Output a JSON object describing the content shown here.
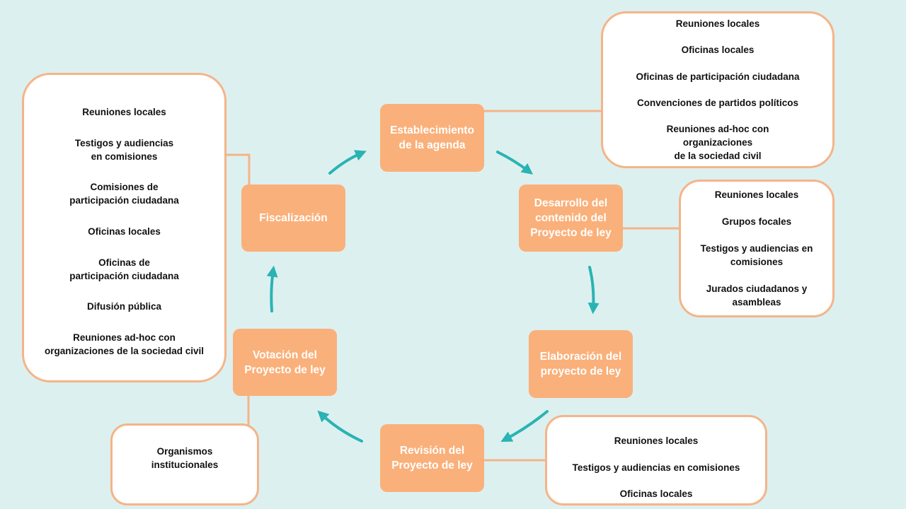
{
  "colors": {
    "background": "#ddf0f0",
    "stage_fill": "#fab07a",
    "stage_text": "#ffffff",
    "panel_border": "#f5b488",
    "connector": "#f5b488",
    "arrow": "#2bb3b3"
  },
  "stages": {
    "agenda": "Establecimiento\nde la agenda",
    "desarrollo": "Desarrollo del\ncontenido del\nProyecto de ley",
    "elaboracion": "Elaboración del\nproyecto de ley",
    "revision": "Revisión del\nProyecto de ley",
    "votacion": "Votación del\nProyecto de ley",
    "fiscalizacion": "Fiscalización"
  },
  "panels": {
    "agenda": [
      "Reuniones locales",
      "Oficinas locales",
      "Oficinas de participación ciudadana",
      "Convenciones de partidos políticos",
      "Reuniones ad-hoc con\norganizaciones\nde la sociedad civil"
    ],
    "desarrollo": [
      "Reuniones locales",
      "Grupos focales",
      "Testigos y audiencias en\ncomisiones",
      "Jurados ciudadanos y\nasambleas"
    ],
    "revision": [
      "Reuniones locales",
      "Testigos y audiencias en comisiones",
      "Oficinas locales"
    ],
    "votacion": [
      "Organismos\ninstitucionales"
    ],
    "fiscalizacion": [
      "Reuniones locales",
      "Testigos y audiencias\nen comisiones",
      "Comisiones de\nparticipación ciudadana",
      "Oficinas locales",
      "Oficinas de\nparticipación ciudadana",
      "Difusión pública",
      "Reuniones ad-hoc con\norganizaciones de la sociedad civil"
    ]
  }
}
